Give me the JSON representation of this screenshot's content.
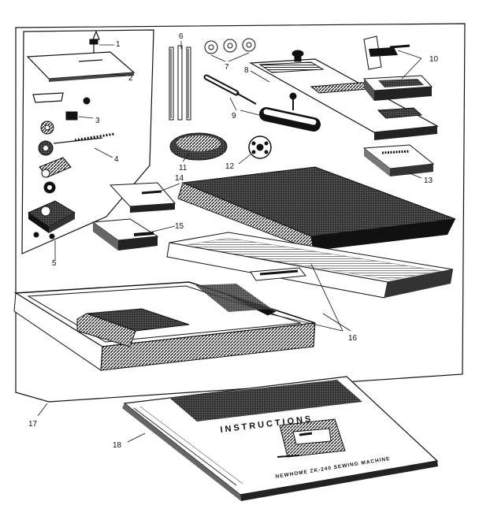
{
  "callouts": [
    {
      "id": "c1",
      "text": "1"
    },
    {
      "id": "c2",
      "text": "2"
    },
    {
      "id": "c3",
      "text": "3"
    },
    {
      "id": "c4",
      "text": "4"
    },
    {
      "id": "c5",
      "text": "5"
    },
    {
      "id": "c6",
      "text": "6"
    },
    {
      "id": "c7",
      "text": "7"
    },
    {
      "id": "c8",
      "text": "8"
    },
    {
      "id": "c9",
      "text": "9"
    },
    {
      "id": "c10",
      "text": "10"
    },
    {
      "id": "c11",
      "text": "11"
    },
    {
      "id": "c12",
      "text": "12"
    },
    {
      "id": "c13",
      "text": "13"
    },
    {
      "id": "c14",
      "text": "14"
    },
    {
      "id": "c15",
      "text": "15"
    },
    {
      "id": "c16",
      "text": "16"
    },
    {
      "id": "c17",
      "text": "17"
    },
    {
      "id": "c18",
      "text": "18"
    }
  ],
  "manual": {
    "title": "INSTRUCTIONS",
    "subtitle": "NEWHOME ZK-240 SEWING MACHINE"
  },
  "colors": {
    "ink": "#111111",
    "paper": "#ffffff",
    "hatch": "#2a2a2a"
  }
}
